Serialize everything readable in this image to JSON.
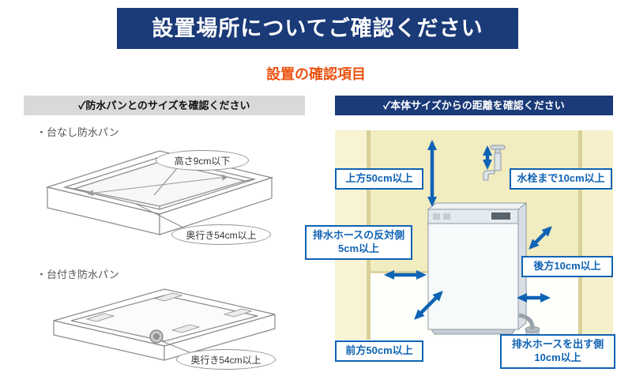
{
  "colors": {
    "navy": "#1a3a78",
    "orange": "#ea5412",
    "blue": "#0f63b4",
    "gray_bar": "#d9d9d9",
    "wall_yellow": "#f2ecc1",
    "wall_yellow_light": "#f8f3d2",
    "wall_edge": "#d9d097"
  },
  "header": {
    "title": "設置場所についてご確認ください"
  },
  "subtitle": "設置の確認項目",
  "left": {
    "check": "✓",
    "header": "防水パンとのサイズを確認ください",
    "pan1": {
      "label": "・台なし防水パン",
      "callout_height": "高さ9cm以下",
      "callout_depth": "奥行き54cm以上"
    },
    "pan2": {
      "label": "・台付き防水パン",
      "callout_depth": "奥行き54cm以上"
    }
  },
  "right": {
    "check": "✓",
    "header": "本体サイズからの距離を確認ください",
    "clearances": {
      "top": "上方50cm以上",
      "faucet": "水栓まで10cm以上",
      "opposite_line1": "排水ホースの反対側",
      "opposite_line2": "5cm以上",
      "rear": "後方10cm以上",
      "front": "前方50cm以上",
      "drain_line1": "排水ホースを出す側",
      "drain_line2": "10cm以上"
    }
  }
}
